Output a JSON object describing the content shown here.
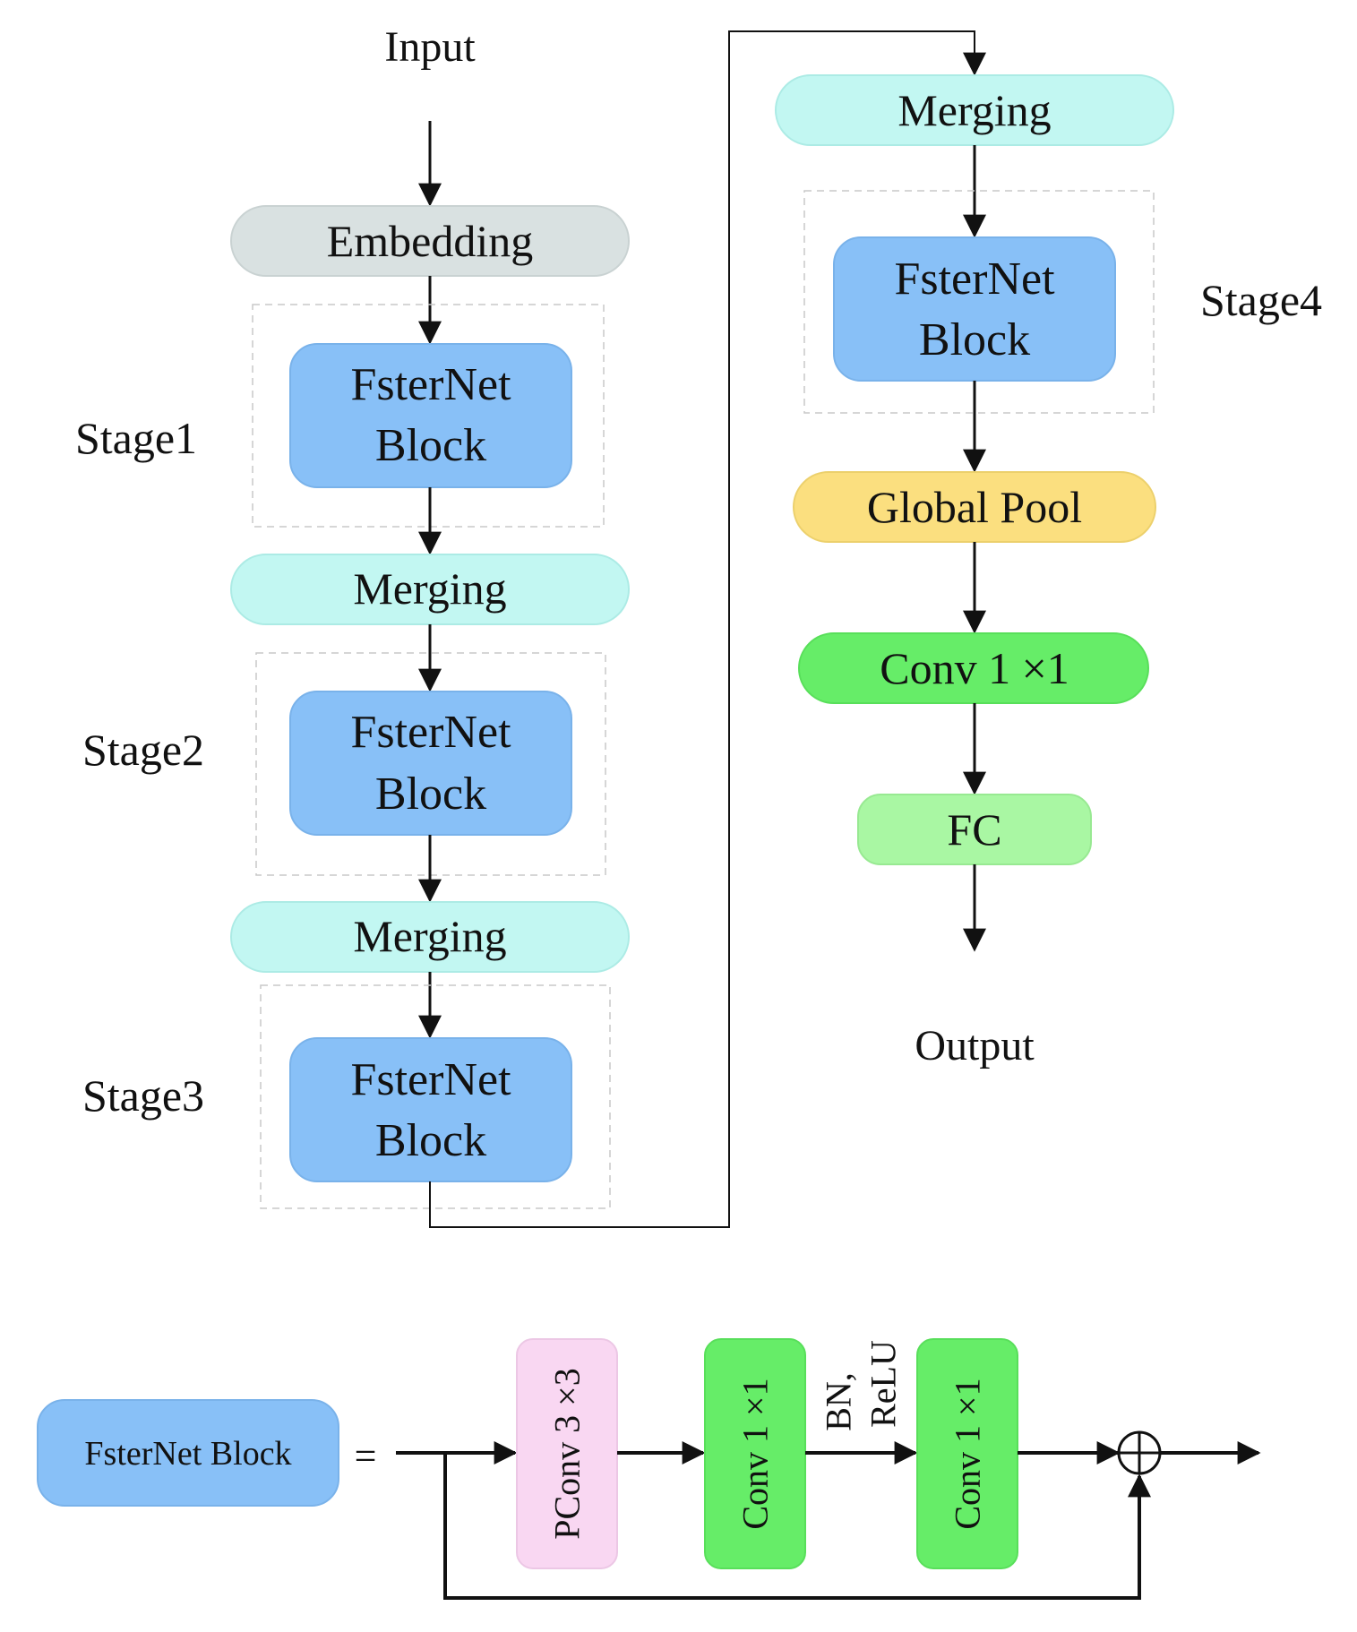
{
  "main_flow": {
    "input_label": "Input",
    "output_label": "Output",
    "embedding": "Embedding",
    "merging_1": "Merging",
    "merging_2": "Merging",
    "merging_3": "Merging",
    "stage1": {
      "label": "Stage1",
      "block_line1": "FsterNet",
      "block_line2": "Block"
    },
    "stage2": {
      "label": "Stage2",
      "block_line1": "FsterNet",
      "block_line2": "Block"
    },
    "stage3": {
      "label": "Stage3",
      "block_line1": "FsterNet",
      "block_line2": "Block"
    },
    "stage4": {
      "label": "Stage4",
      "block_line1": "FsterNet",
      "block_line2": "Block"
    },
    "global_pool": "Global Pool",
    "conv": "Conv 1 ×1",
    "fc": "FC"
  },
  "block_detail": {
    "block_name": "FsterNet Block",
    "equals": "=",
    "pconv": "PConv 3 ×3",
    "conv_a": "Conv 1 ×1",
    "conv_b": "Conv 1 ×1",
    "bn_label": "BN,",
    "relu_label": "ReLU"
  },
  "colors": {
    "embedding": "#d9e1e1",
    "merging": "#c2f7f2",
    "block": "#88c0f7",
    "global_pool": "#fbdf7f",
    "conv": "#66ed68",
    "fc": "#a9f7a3",
    "pconv": "#f9d7f2",
    "stage_border": "#c8c8c8",
    "line": "#111111"
  }
}
